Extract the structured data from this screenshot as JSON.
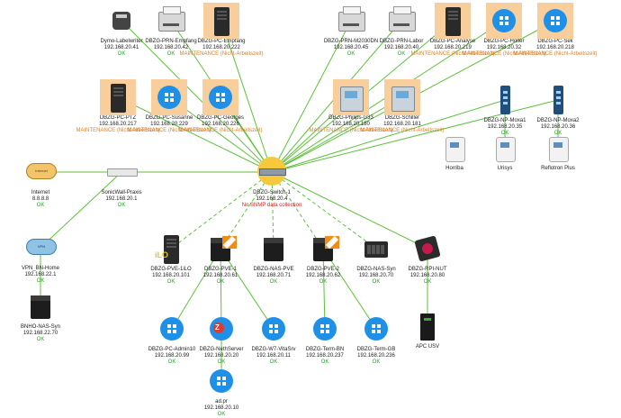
{
  "colors": {
    "link": "#5cc23a",
    "ok": "#29a329",
    "maintenance": "#d9822b",
    "error": "#d62020",
    "highlight": "#f8cf9c",
    "switch": "#f6c93c"
  },
  "nodes": [
    {
      "id": "dymo",
      "name": "Dymo-Labelwriter",
      "ip": "192.168.20.41",
      "status": "OK",
      "icon": "dymo-labelwriter-icon",
      "type": "dymo",
      "hl": false
    },
    {
      "id": "prn-empfang",
      "name": "DBZG-PRN-Empfang",
      "ip": "192.168.20.42",
      "status": "OK",
      "icon": "printer-icon",
      "type": "printer",
      "hl": false
    },
    {
      "id": "pc-empfang",
      "name": "DBZG-PC-Empfang",
      "ip": "192.168.20.222",
      "status": "MAINTENANCE (Nicht-Arbeitszeit)",
      "icon": "pc-tower-icon",
      "type": "tower",
      "hl": true
    },
    {
      "id": "prn-m2030dn",
      "name": "DBZG-PRN-M2030DN",
      "ip": "192.168.20.45",
      "status": "OK",
      "icon": "printer-icon",
      "type": "printer",
      "hl": false
    },
    {
      "id": "prn-labor",
      "name": "DBZG-PRN-Labor",
      "ip": "192.168.20.40",
      "status": "OK",
      "icon": "printer-icon",
      "type": "printer",
      "hl": false
    },
    {
      "id": "pc-analyse",
      "name": "DBZG-PC-Analyse",
      "ip": "192.168.20.219",
      "status": "MAINTENANCE (Nicht-Arbeitszeit)",
      "icon": "pc-tower-icon",
      "type": "tower",
      "hl": true
    },
    {
      "id": "pc-holter",
      "name": "DBZG-PC-Holter",
      "ip": "192.168.20.32",
      "status": "MAINTENANCE (Nicht-Arbeitszeit)",
      "icon": "windows-icon",
      "type": "win",
      "hl": true
    },
    {
      "id": "pc-sek",
      "name": "DBZG-PC-Sek",
      "ip": "192.168.20.218",
      "status": "MAINTENANCE (Nicht-Arbeitszeit)",
      "icon": "windows-icon",
      "type": "win",
      "hl": true
    },
    {
      "id": "pc-ptz",
      "name": "DBZG-PC-PTZ",
      "ip": "192.168.20.217",
      "status": "MAINTENANCE (Nicht-Arbeitszeit)",
      "icon": "pc-tower-icon",
      "type": "tower",
      "hl": true
    },
    {
      "id": "pc-susanne",
      "name": "DBZG-PC-Susanne",
      "ip": "192.168.20.229",
      "status": "MAINTENANCE (Nicht-Arbeitszeit)",
      "icon": "windows-icon",
      "type": "win",
      "hl": true
    },
    {
      "id": "pc-georges",
      "name": "DBZG-PC-Georges",
      "ip": "192.168.20.226",
      "status": "MAINTENANCE (Nicht-Arbeitszeit)",
      "icon": "windows-icon",
      "type": "win",
      "hl": true
    },
    {
      "id": "philips",
      "name": "DBZG-Philips-G33",
      "ip": "192.168.20.180",
      "status": "MAINTENANCE (Nicht-Arbeitszeit)",
      "icon": "medical-device-icon",
      "type": "device",
      "hl": true
    },
    {
      "id": "schiller",
      "name": "DBZG-Schiller",
      "ip": "192.168.20.181",
      "status": "MAINTENANCE (Nicht-Arbeitszeit)",
      "icon": "medical-device-icon",
      "type": "device",
      "hl": true
    },
    {
      "id": "moxa1",
      "name": "DBZG-NP-Moxa1",
      "ip": "192.168.20.35",
      "status": "OK",
      "icon": "moxa-nport-icon",
      "type": "moxa",
      "hl": false
    },
    {
      "id": "moxa2",
      "name": "DBZG-NP-Moxa2",
      "ip": "192.168.20.36",
      "status": "OK",
      "icon": "moxa-nport-icon",
      "type": "moxa",
      "hl": false
    },
    {
      "id": "horriba",
      "name": "Horriba",
      "ip": "",
      "status": "",
      "icon": "analyzer-icon",
      "type": "analyzer",
      "hl": false
    },
    {
      "id": "urisys",
      "name": "Urisys",
      "ip": "",
      "status": "",
      "icon": "analyzer-icon",
      "type": "analyzer",
      "hl": false
    },
    {
      "id": "reflotron",
      "name": "Reflotron Plus",
      "ip": "",
      "status": "",
      "icon": "analyzer-icon",
      "type": "analyzer",
      "hl": false
    },
    {
      "id": "internet",
      "name": "Internet",
      "ip": "8.8.8.8",
      "status": "OK",
      "icon": "internet-cloud-icon",
      "type": "cloud",
      "text": "Internet",
      "hl": false
    },
    {
      "id": "sonicwall",
      "name": "SonicWall-Praxis",
      "ip": "192.168.20.1",
      "status": "OK",
      "icon": "firewall-icon",
      "type": "firewall",
      "hl": false
    },
    {
      "id": "switch1",
      "name": "DBZG-Switch-1",
      "ip": "192.168.20.4",
      "status": "No SNMP data collection",
      "icon": "switch-icon",
      "type": "switch",
      "hl": false
    },
    {
      "id": "vpn",
      "name": "VPN_BN-Home",
      "ip": "192.168.22.1",
      "status": "OK",
      "icon": "vpn-cloud-icon",
      "type": "vpn",
      "text": "VPN",
      "hl": false
    },
    {
      "id": "bnho-nas",
      "name": "BNHO-NAS-Syn",
      "ip": "192.168.22.70",
      "status": "OK",
      "icon": "nas-box-icon",
      "type": "cube",
      "hl": false
    },
    {
      "id": "pve1ilo",
      "name": "DBZG-PVE-1iLO",
      "ip": "192.168.20.101",
      "status": "OK",
      "icon": "server-ilo-icon",
      "type": "ilo",
      "hl": false
    },
    {
      "id": "pve1",
      "name": "DBZG-PVE-1",
      "ip": "192.168.20.61",
      "status": "OK",
      "icon": "proxmox-server-icon",
      "type": "prox",
      "hl": false
    },
    {
      "id": "nas-pve",
      "name": "DBZG-NAS-PVE",
      "ip": "192.168.20.71",
      "status": "OK",
      "icon": "nas-box-icon",
      "type": "cube",
      "hl": false
    },
    {
      "id": "pve2",
      "name": "DBZG-PVE-2",
      "ip": "192.168.20.62",
      "status": "OK",
      "icon": "proxmox-server-icon",
      "type": "prox",
      "hl": false
    },
    {
      "id": "nas-syn",
      "name": "DBZG-NAS-Syn",
      "ip": "192.168.20.70",
      "status": "OK",
      "icon": "synology-nas-icon",
      "type": "nas",
      "hl": false
    },
    {
      "id": "rpi-nut",
      "name": "DBZG-RPI-NUT",
      "ip": "192.168.20.80",
      "status": "OK",
      "icon": "raspberry-pi-icon",
      "type": "rpi",
      "hl": false
    },
    {
      "id": "apc",
      "name": "APC USV",
      "ip": "",
      "status": "",
      "icon": "ups-icon",
      "type": "ups",
      "hl": false
    },
    {
      "id": "admin10",
      "name": "DBZG-PC-Admin10",
      "ip": "192.168.20.99",
      "status": "OK",
      "icon": "windows-icon",
      "type": "win",
      "hl": false
    },
    {
      "id": "nethserver",
      "name": "DBZG-NethServer",
      "ip": "192.168.20.20",
      "status": "OK",
      "icon": "nethserver-icon",
      "type": "zen",
      "hl": false
    },
    {
      "id": "w7vita",
      "name": "DBZG-W7-VitaSrv",
      "ip": "192.168.20.11",
      "status": "OK",
      "icon": "windows-icon",
      "type": "win",
      "hl": false
    },
    {
      "id": "termbn",
      "name": "DBZG-Term-BN",
      "ip": "192.168.20.237",
      "status": "OK",
      "icon": "windows-icon",
      "type": "win",
      "hl": false
    },
    {
      "id": "termgb",
      "name": "DBZG-Term-GB",
      "ip": "192.168.20.236",
      "status": "OK",
      "icon": "windows-icon",
      "type": "win",
      "hl": false
    },
    {
      "id": "adpr",
      "name": "ad.pr",
      "ip": "192.168.20.10",
      "status": "OK",
      "icon": "windows-icon",
      "type": "win",
      "hl": false
    }
  ]
}
